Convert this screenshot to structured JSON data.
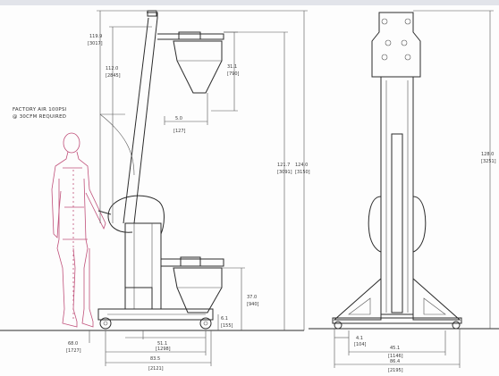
{
  "note": {
    "line1": "FACTORY AIR 100PSI",
    "line2": "@ 30CFM REQUIRED"
  },
  "dims": {
    "d_top_left_a": "119.9",
    "d_top_left_b": "[3017]",
    "d_top_left2_a": "112.0",
    "d_top_left2_b": "[2845]",
    "d_hopper_h_a": "31.1",
    "d_hopper_h_b": "[790]",
    "d_hopper_w_a": "5.0",
    "d_hopper_w_b": "[127]",
    "d_total_h_a": "121.7",
    "d_total_h_b": "[3091]",
    "d_mid_h_a": "124.0",
    "d_mid_h_b": "[3150]",
    "d_right_h_a": "128.0",
    "d_right_h_b": "[3251]",
    "d_low_hopper_a": "37.0",
    "d_low_hopper_b": "[940]",
    "d_wheel_a": "6.1",
    "d_wheel_b": "[155]",
    "d_base_a": "51.1",
    "d_base_b": "[1298]",
    "d_base_total_a": "83.5",
    "d_base_total_b": "[2121]",
    "d_person_a": "68.0",
    "d_person_b": "[1727]",
    "d_foot_a": "4.1",
    "d_foot_b": "[104]",
    "d_front_inner_a": "45.1",
    "d_front_inner_b": "[1146]",
    "d_front_total_a": "86.4",
    "d_front_total_b": "[2195]"
  }
}
